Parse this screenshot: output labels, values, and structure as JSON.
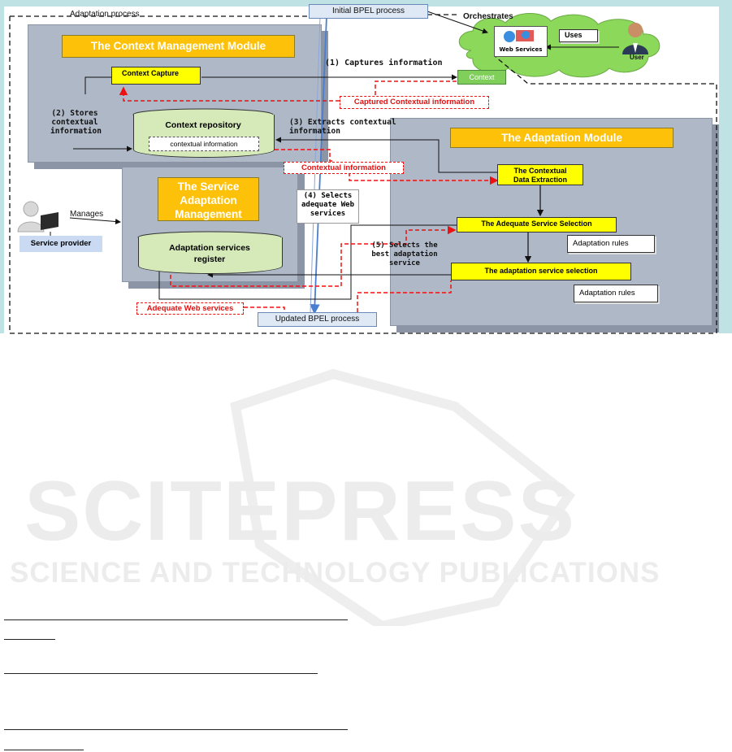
{
  "adaptation_process_label": "Adaptation process",
  "initial_bpel": "Initial BPEL process",
  "updated_bpel": "Updated BPEL process",
  "orchestrates": "Orchestrates",
  "web_services_cloud_label": "Web Services",
  "uses": "Uses",
  "user": "User",
  "context_management_module": "The Context Management Module",
  "context_capture": "Context Capture",
  "captures_information": "(1) Captures information",
  "context": "Context",
  "captured_contextual_information": "Captured Contextual information",
  "stores_contextual_information": [
    "(2) Stores",
    "contextual",
    "information"
  ],
  "context_repository": "Context repository",
  "contextual_information_small": "contextual information",
  "extracts_contextual_information": [
    "(3) Extracts contextual",
    "information"
  ],
  "adaptation_module": "The Adaptation Module",
  "contextual_information": "Contextual information",
  "contextual_data_extraction": [
    "The Contextual",
    "Data Extraction"
  ],
  "service_adaptation_management": [
    "The Service",
    "Adaptation",
    "Management"
  ],
  "manages": "Manages",
  "service_provider": "Service provider",
  "selects_adequate": [
    "(4) Selects",
    "adequate Web",
    "services"
  ],
  "adequate_service_selection": "The Adequate Service Selection",
  "adaptation_rules_1": "Adaptation rules",
  "selects_best": [
    "(5) Selects the",
    "best adaptation",
    "service"
  ],
  "adaptation_services_register": [
    "Adaptation services",
    "register"
  ],
  "adaptation_service_selection": "The adaptation service selection",
  "adaptation_rules_2": "Adaptation rules",
  "adequate_web_services": "Adequate Web services",
  "watermark": {
    "main": "SCITEPRESS",
    "sub": "SCIENCE AND TECHNOLOGY PUBLICATIONS"
  },
  "colors": {
    "module": "#aeb8c7",
    "header": "#fdc10a",
    "box": "#ffff00",
    "cloud": "#8bd85a",
    "red": "#e11111",
    "blue": "#4a7fd0"
  }
}
